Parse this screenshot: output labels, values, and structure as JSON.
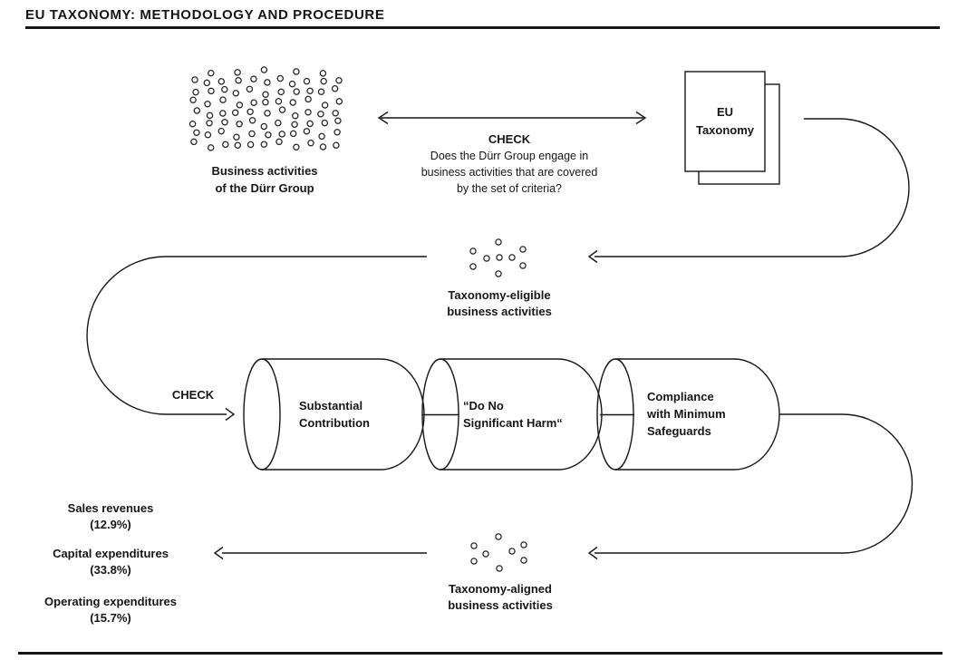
{
  "title": "EU TAXONOMY: METHODOLOGY AND PROCEDURE",
  "colors": {
    "ink": "#161616",
    "background": "#ffffff"
  },
  "top_row": {
    "business_activities_label": {
      "line1": "Business activities",
      "line2": "of the Dürr Group"
    },
    "check": {
      "heading": "CHECK",
      "line1": "Does the Dürr Group engage in",
      "line2": "business activities that are covered",
      "line3": "by the set of criteria?"
    },
    "eu_taxonomy_document": {
      "line1": "EU",
      "line2": "Taxonomy"
    }
  },
  "middle_row": {
    "eligible_label": {
      "line1": "Taxonomy-eligible",
      "line2": "business activities"
    },
    "check_label": "CHECK",
    "cylinders": [
      {
        "lines": [
          "Substantial",
          "Contribution",
          ""
        ]
      },
      {
        "lines": [
          "“Do No",
          "Significant Harm“",
          ""
        ]
      },
      {
        "lines": [
          "Compliance",
          "with Minimum",
          "Safeguards"
        ]
      }
    ]
  },
  "bottom_row": {
    "aligned_label": {
      "line1": "Taxonomy-aligned",
      "line2": "business activities"
    },
    "kpis": [
      {
        "name": "Sales revenues",
        "value": "(12.9%)"
      },
      {
        "name": "Capital expenditures",
        "value": "(33.8%)"
      },
      {
        "name": "Operating expenditures",
        "value": "(15.7%)"
      }
    ]
  }
}
